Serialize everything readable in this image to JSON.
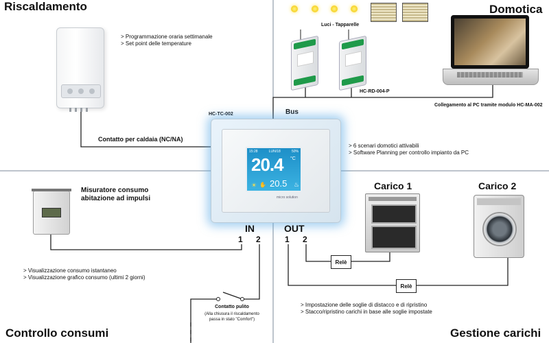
{
  "sections": {
    "heating": "Riscaldamento",
    "home_automation": "Domotica",
    "consumption": "Controllo consumi",
    "load_management": "Gestione carichi"
  },
  "heating": {
    "bullets": [
      "Programmazione oraria settimanale",
      "Set point delle temperature"
    ],
    "boiler_contact": "Contatto per caldaia (NC/NA)"
  },
  "domotica": {
    "lights_shutters": "Luci - Tapparelle",
    "module_code": "HC-RD-004-P",
    "pc_connection": "Collegamento al PC tramite modulo HC-MA-002",
    "bus_label": "Bus",
    "bullets": [
      "6 scenari domotici attivabili",
      "Software Planning per controllo impianto da PC"
    ]
  },
  "thermostat": {
    "code": "HC-TC-002",
    "screen_time": "15:28",
    "screen_day": "LUN/18",
    "screen_humidity": "50%",
    "screen_temp_main": "20.4",
    "screen_unit": "°C",
    "screen_temp_set": "20.5",
    "brand": "micro solution"
  },
  "consumption": {
    "meter_label_line1": "Misuratore consumo",
    "meter_label_line2": "abitazione ad impulsi",
    "in_label": "IN",
    "in_terminals": [
      "1",
      "2"
    ],
    "bullets": [
      "Visualizzazione consumo istantaneo",
      "Visualizzazione grafico consumo (ultimi 2 giorni)"
    ],
    "clean_contact_title": "Contatto pulito",
    "clean_contact_note_line1": "(Alla chiusura il riscaldamento",
    "clean_contact_note_line2": "passa in stato \"Comfort\")"
  },
  "loads": {
    "out_label": "OUT",
    "out_terminals": [
      "1",
      "2"
    ],
    "load1": "Carico 1",
    "load2": "Carico 2",
    "relay": "Relè",
    "bullets": [
      "Impostazione delle soglie di distacco e di ripristino",
      "Stacco/ripristino carichi in base alle soglie impostate"
    ]
  },
  "colors": {
    "divider": "#7b8a99",
    "wire": "#222222",
    "thermostat_glow": "#5aaae6",
    "screen": "#2a9fd6"
  },
  "icons": [
    "boiler-icon",
    "lamp-icon",
    "shutter-icon",
    "din-module-icon",
    "laptop-icon",
    "energy-meter-icon",
    "oven-icon",
    "washing-machine-icon",
    "switch-icon"
  ]
}
